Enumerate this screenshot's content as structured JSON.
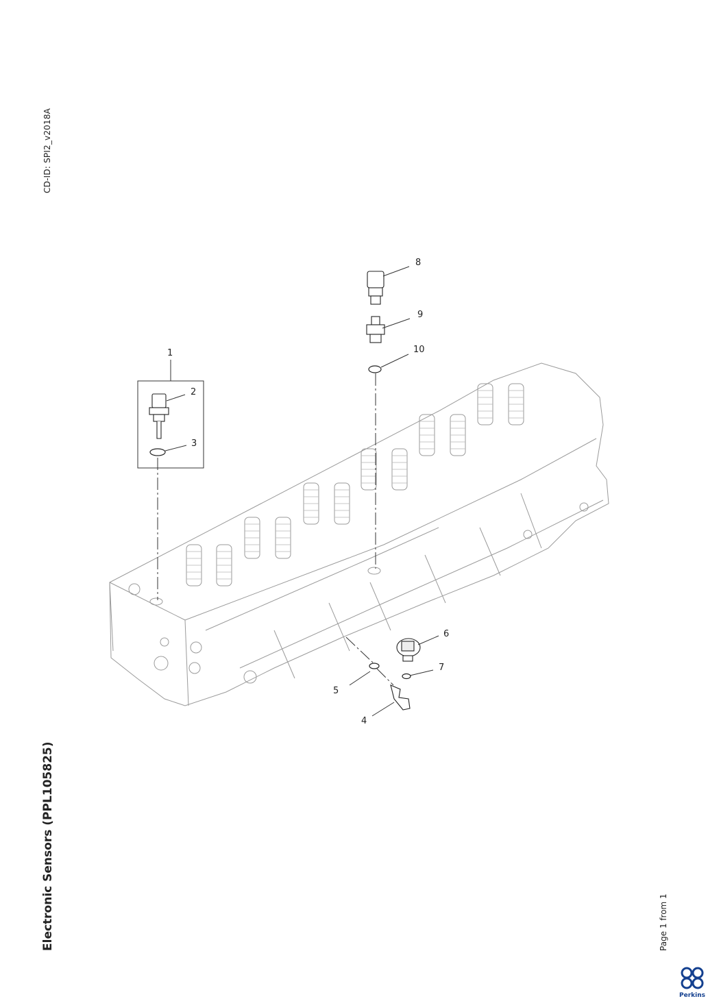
{
  "document": {
    "cd_id": "CD-ID: SPI2_v2018A",
    "title": "Electronic Sensors (PPL105825)",
    "page_label": "Page 1 from 1"
  },
  "callouts": [
    {
      "id": "1",
      "label": "1"
    },
    {
      "id": "2",
      "label": "2"
    },
    {
      "id": "3",
      "label": "3"
    },
    {
      "id": "4",
      "label": "4"
    },
    {
      "id": "5",
      "label": "5"
    },
    {
      "id": "6",
      "label": "6"
    },
    {
      "id": "7",
      "label": "7"
    },
    {
      "id": "8",
      "label": "8"
    },
    {
      "id": "9",
      "label": "9"
    },
    {
      "id": "10",
      "label": "10"
    }
  ],
  "brand": {
    "name": "Perkins",
    "color": "#14408f"
  }
}
